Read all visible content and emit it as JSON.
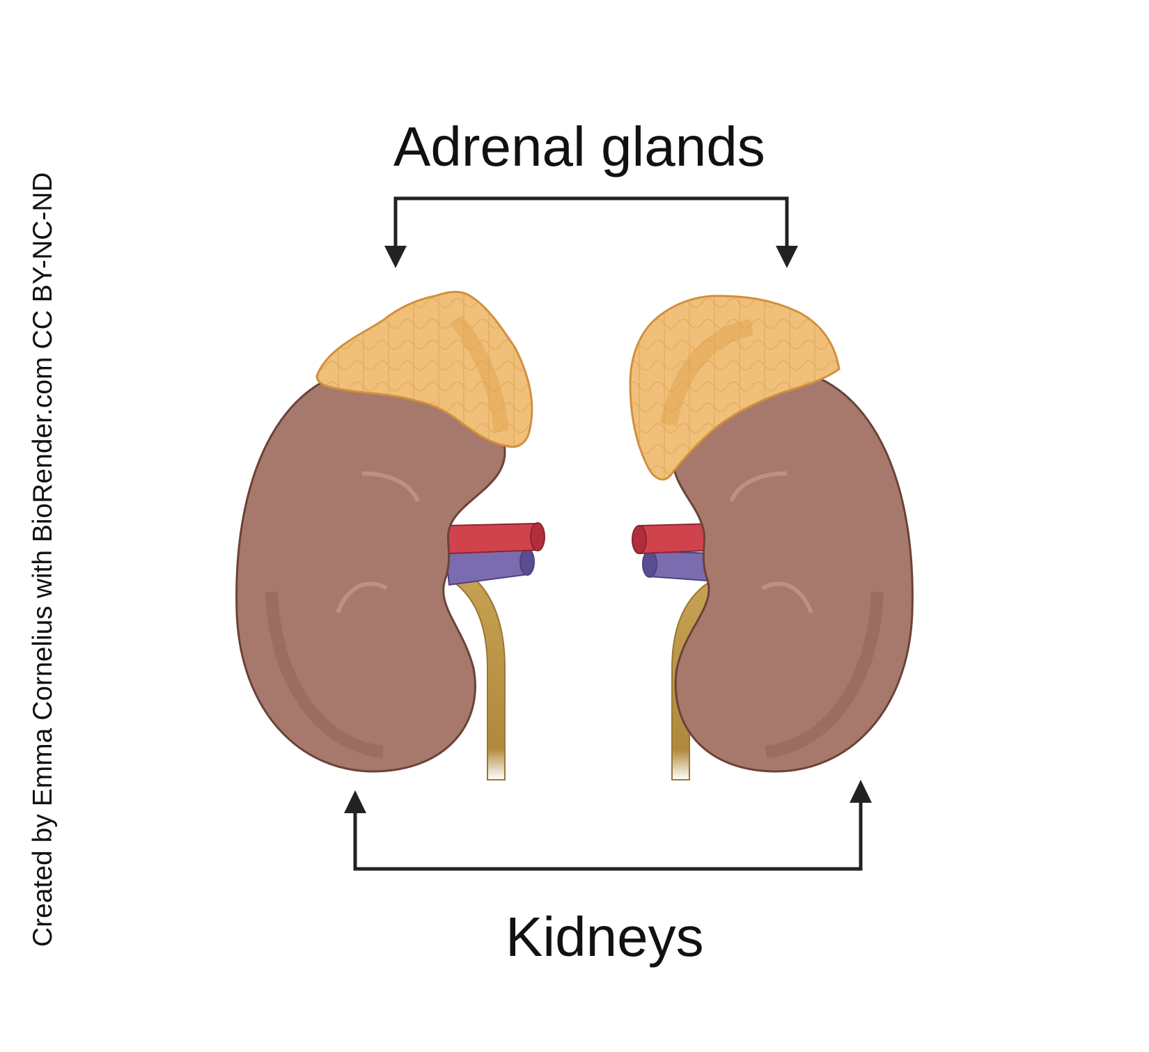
{
  "labels": {
    "adrenal": "Adrenal glands",
    "kidneys": "Kidneys"
  },
  "credit": "Created by Emma Cornelius with BioRender.com CC BY-NC-ND",
  "colors": {
    "kidney": "#a6796c",
    "kidney_outline": "#6b4238",
    "adrenal": "#f0c07a",
    "adrenal_dark": "#e0a14e",
    "artery": "#d1434c",
    "vein": "#7b6cb0",
    "ureter": "#c8a253",
    "arrow": "#222222"
  }
}
